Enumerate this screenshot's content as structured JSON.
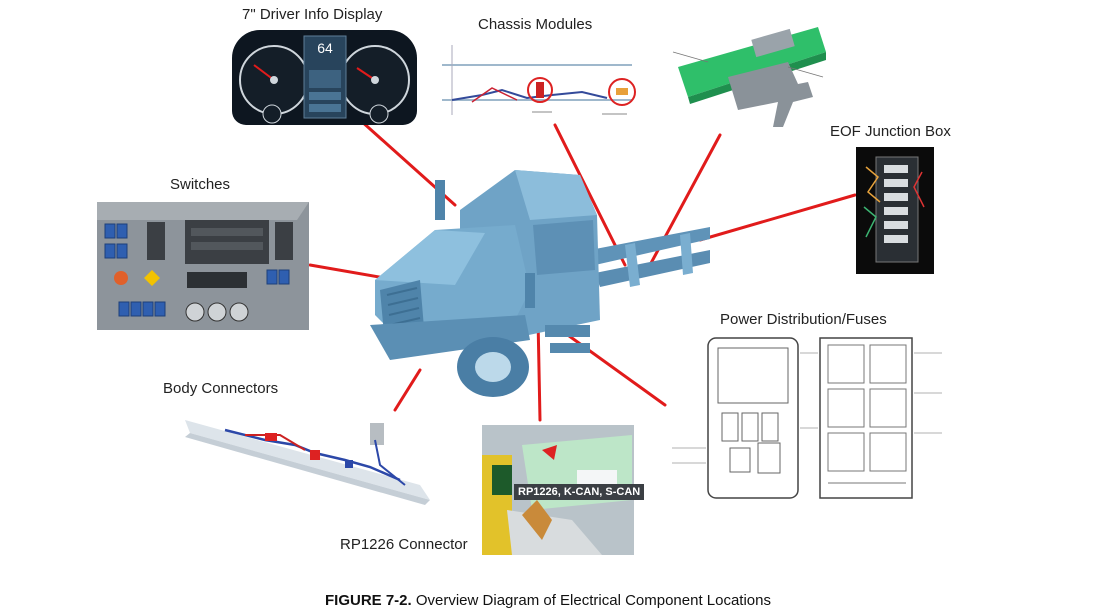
{
  "labels": {
    "driver_info_display": "7\" Driver Info Display",
    "chassis_modules": "Chassis Modules",
    "eof_junction_box": "EOF Junction Box",
    "switches": "Switches",
    "power_distribution": "Power Distribution/Fuses",
    "body_connectors": "Body Connectors",
    "rp1226_connector": "RP1226 Connector",
    "rp1226_callout": "RP1226, K-CAN, S-CAN"
  },
  "dash": {
    "speed_value": "64"
  },
  "caption": {
    "figure_label": "FIGURE 7-2.",
    "figure_text": "Overview Diagram of Electrical Component Locations"
  },
  "colors": {
    "truck": "#6fa3c6",
    "leader_line": "#e11b1b",
    "dash_bg": "#0d1620",
    "panel_gray": "#8d949b"
  }
}
